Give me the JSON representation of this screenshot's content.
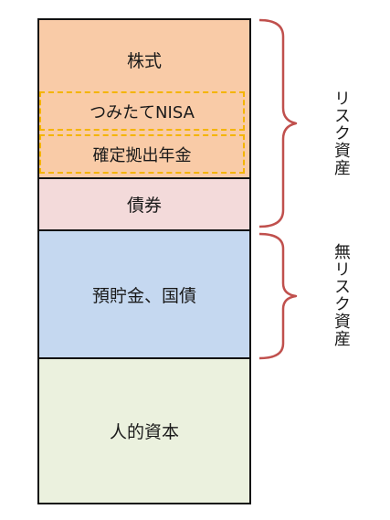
{
  "stack": {
    "stocks": "株式",
    "nisa": "つみたてNISA",
    "defined_contribution": "確定拠出年金",
    "bonds": "債券",
    "deposits_jgb": "預貯金、国債",
    "human_capital": "人的資本"
  },
  "brackets": {
    "risk_assets": "リスク資産",
    "risk_free_assets": "無リスク資産"
  },
  "colors": {
    "stocks": "#f9cba7",
    "bonds": "#f3dada",
    "deposits": "#c5d8f0",
    "human_capital": "#ebf1de",
    "dashed_border": "#f4b400",
    "brace": "#c0504d"
  }
}
